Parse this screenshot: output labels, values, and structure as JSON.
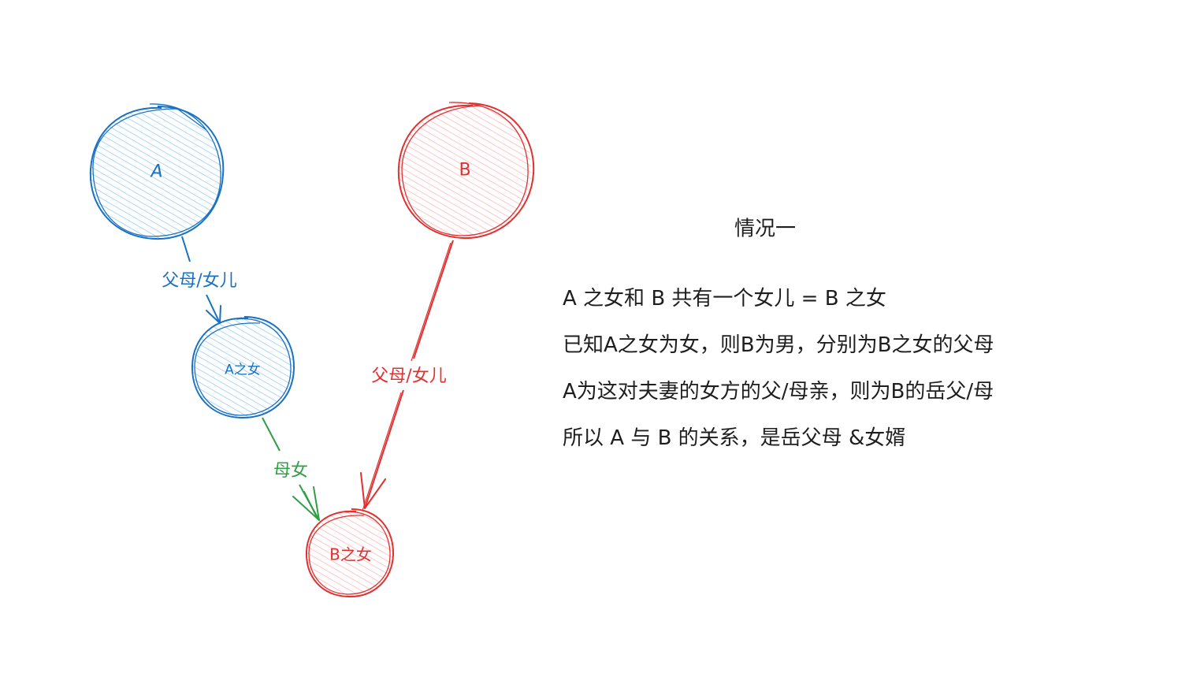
{
  "diagram": {
    "nodes": [
      {
        "id": "A",
        "label": "A",
        "color": "#1971c2",
        "fill": "#a5d8ff"
      },
      {
        "id": "B",
        "label": "B",
        "color": "#e03131",
        "fill": "#ffc9c9"
      },
      {
        "id": "A_daughter",
        "label": "A之女",
        "color": "#1971c2",
        "fill": "#a5d8ff"
      },
      {
        "id": "B_daughter",
        "label": "B之女",
        "color": "#e03131",
        "fill": "#ffc9c9"
      }
    ],
    "edges": [
      {
        "from": "A",
        "to": "A_daughter",
        "label": "父母/女儿",
        "color": "#1971c2"
      },
      {
        "from": "A_daughter",
        "to": "B_daughter",
        "label": "母女",
        "color": "#2f9e44"
      },
      {
        "from": "B",
        "to": "B_daughter",
        "label": "父母/女儿",
        "color": "#e03131"
      }
    ]
  },
  "text": {
    "title": "情况一",
    "lines": [
      "A 之女和 B 共有一个女儿 = B 之女",
      "已知A之女为女，则B为男，分别为B之女的父母",
      "A为这对夫妻的女方的父/母亲，则为B的岳父/母",
      "所以 A 与 B 的关系，是岳父母 &女婿"
    ]
  }
}
